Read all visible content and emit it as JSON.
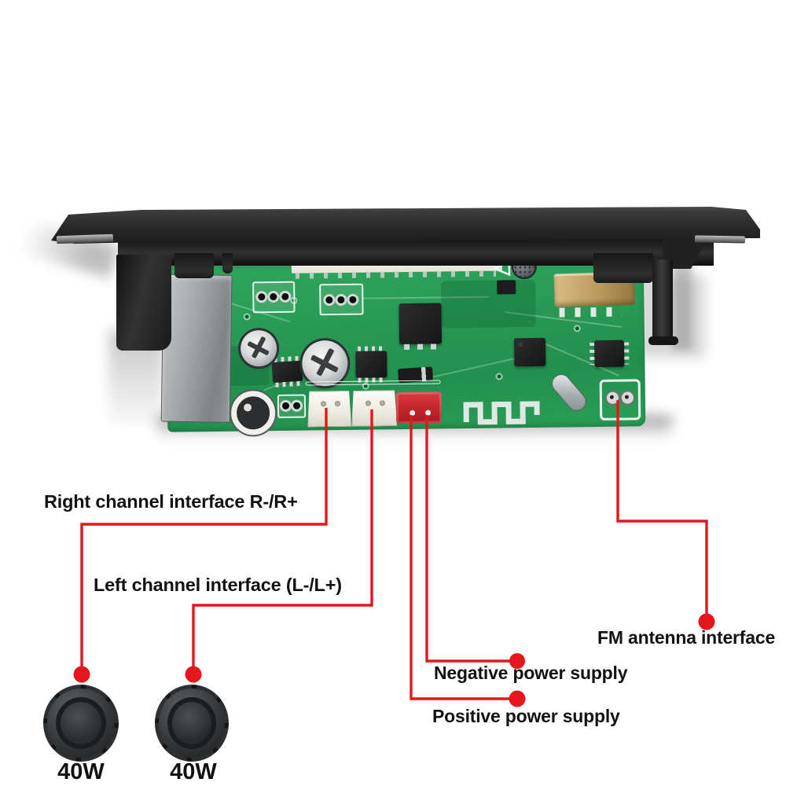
{
  "diagram": {
    "title_hint": "annotated bluetooth mp3 decoder board",
    "annotations": [
      {
        "id": "right-channel",
        "label": "Right channel interface R-/R+"
      },
      {
        "id": "left-channel",
        "label": "Left channel interface (L-/L+)"
      },
      {
        "id": "fm-antenna",
        "label": "FM antenna interface"
      },
      {
        "id": "negative-power",
        "label": "Negative power supply"
      },
      {
        "id": "positive-power",
        "label": "Positive power supply"
      }
    ],
    "speakers": [
      {
        "label": "40W"
      },
      {
        "label": "40W"
      }
    ],
    "colors": {
      "annotation_red": "#e5161c",
      "pcb_green": "#2aa058",
      "panel_black": "#272727",
      "power_connector_red": "#c2242c",
      "background": "#ffffff"
    }
  }
}
